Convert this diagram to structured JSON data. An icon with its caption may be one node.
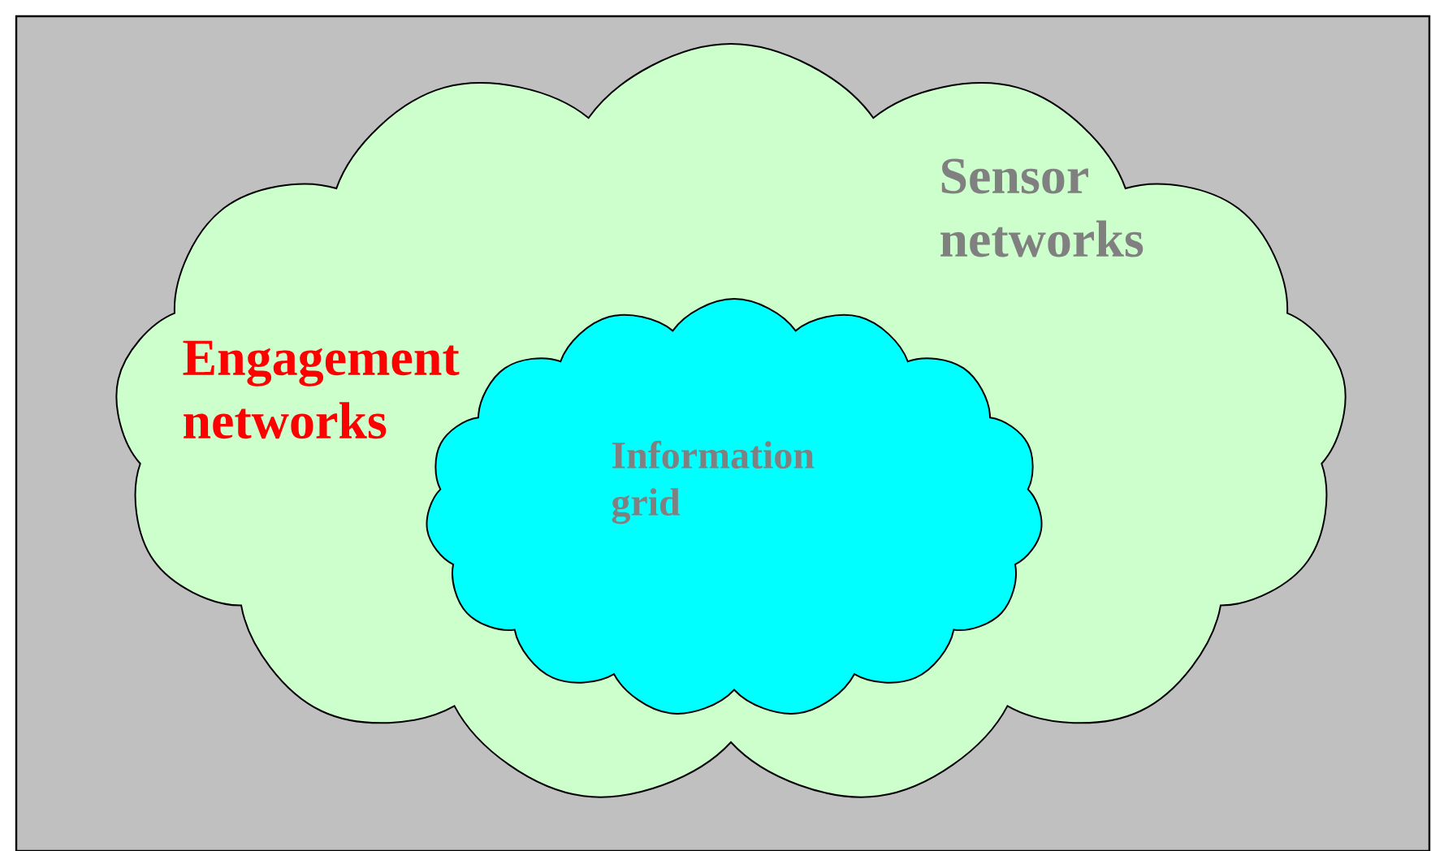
{
  "diagram": {
    "nodes": [
      {
        "text": [
          "Sensor networks",
          "Engagement networks"
        ]
      },
      {
        "text": [
          "Information grid"
        ],
        "in": 0
      }
    ]
  }
}
